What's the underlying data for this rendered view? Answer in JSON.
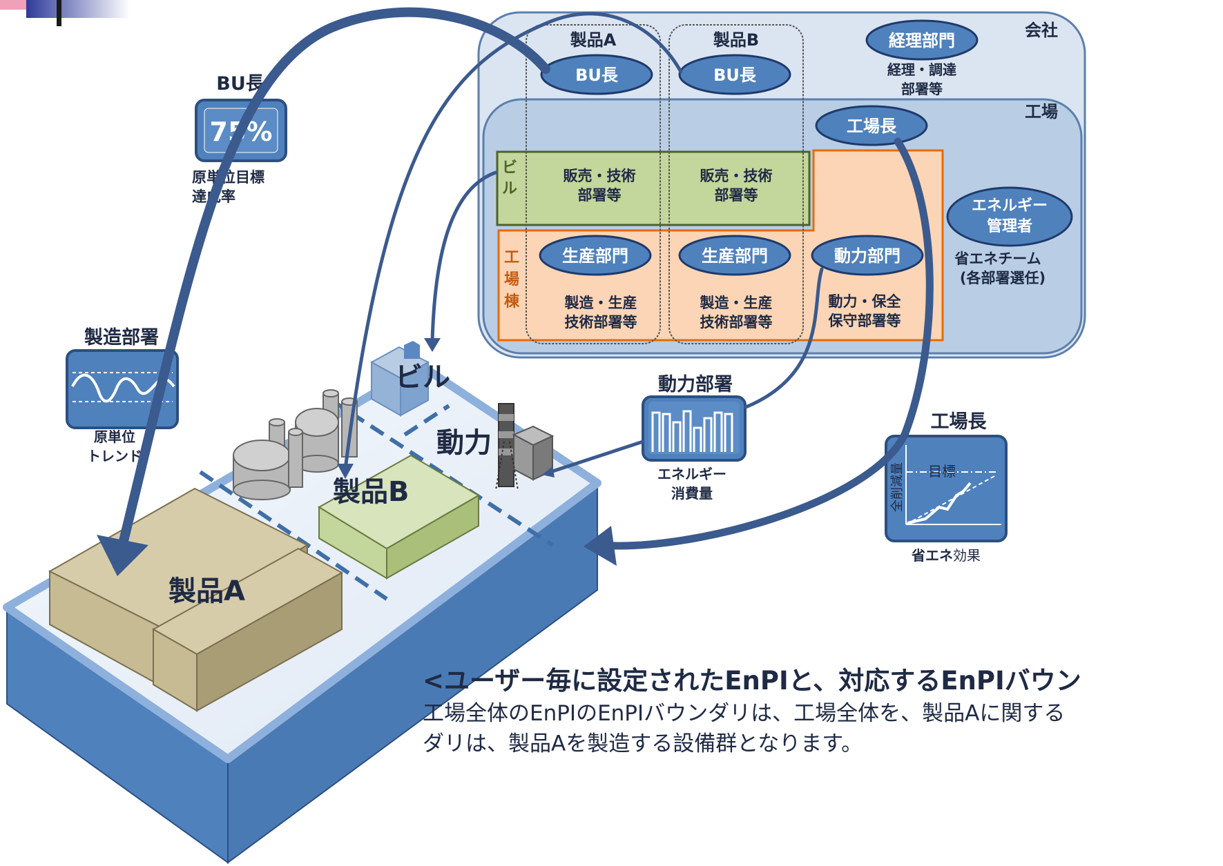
{
  "org": {
    "company_label": "会社",
    "factory_label": "工場",
    "product_a_label": "製品A",
    "product_b_label": "製品B",
    "bu_head_a": "BU長",
    "bu_head_b": "BU長",
    "accounting_dept": "経理部門",
    "accounting_sub_1": "経理・調達",
    "accounting_sub_2": "部署等",
    "factory_manager": "工場長",
    "building_side_1": "ビ",
    "building_side_2": "ル",
    "plant_side_1": "工",
    "plant_side_2": "場",
    "plant_side_3": "棟",
    "sales_a_1": "販売・技術",
    "sales_a_2": "部署等",
    "sales_b_1": "販売・技術",
    "sales_b_2": "部署等",
    "production_a": "生産部門",
    "production_b": "生産部門",
    "power_dept": "動力部門",
    "mfg_a_1": "製造・生産",
    "mfg_a_2": "技術部署等",
    "mfg_b_1": "製造・生産",
    "mfg_b_2": "技術部署等",
    "power_sub_1": "動力・保全",
    "power_sub_2": "保守部署等",
    "energy_manager_1": "エネルギー",
    "energy_manager_2": "管理者",
    "team_1": "省エネチーム",
    "team_2": "(各部署選任)"
  },
  "panels": {
    "bu_title": "BU長",
    "bu_value": "75%",
    "bu_caption_1": "原単位目標",
    "bu_caption_2": "達成率",
    "mfg_title": "製造部署",
    "mfg_caption_1": "原単位",
    "mfg_caption_2": "トレンド",
    "power_title": "動力部署",
    "power_caption_1": "エネルギー",
    "power_caption_2": "消費量",
    "fm_title": "工場長",
    "fm_axis": "全削減量",
    "fm_target": "目標",
    "fm_caption_bold": "省エネ",
    "fm_caption_rest": "効果"
  },
  "plant": {
    "building": "ビル",
    "power": "動力",
    "product_b": "製品B",
    "product_a": "製品A"
  },
  "caption": {
    "title": "<ユーザー毎に設定されたEnPIと、対応するEnPIバウン",
    "line1": "工場全体のEnPIのEnPIバウンダリは、工場全体を、製品Aに関する",
    "line2": "ダリは、製品Aを製造する設備群となります。"
  },
  "colors": {
    "navy": "#1f2a44",
    "arrow": "#3b5a8e",
    "panel_blue": "#4f81bd",
    "company_fill": "#dbe5f1",
    "factory_fill": "#b9cde5",
    "building_green": "#c3d69b",
    "plant_orange": "#fbd5b5",
    "orange_border": "#e46c0a"
  }
}
